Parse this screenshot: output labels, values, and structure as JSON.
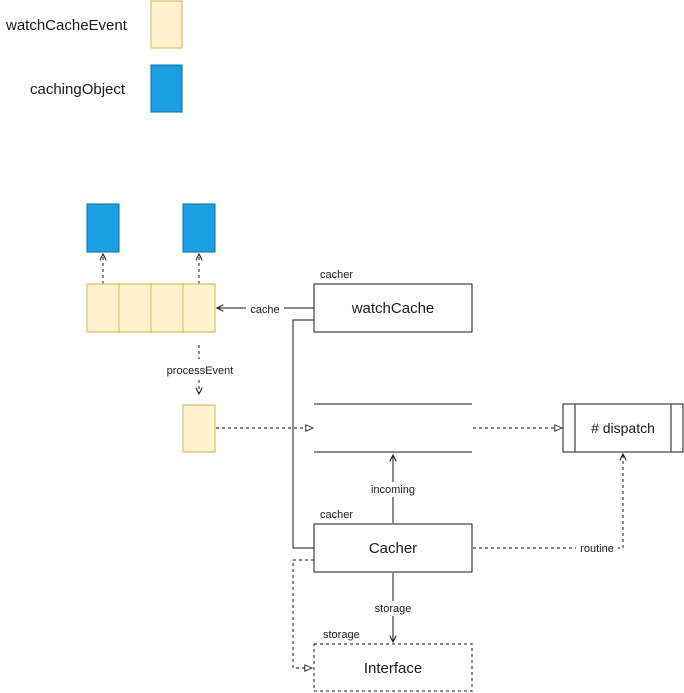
{
  "legend": {
    "event_label": "watchCacheEvent",
    "object_label": "cachingObject",
    "event_fill": "#fff2cc",
    "event_stroke": "#d6b656",
    "object_fill": "#1ba1e2",
    "object_stroke": "#006eaf"
  },
  "nodes": {
    "watch_cache": {
      "title": "watchCache",
      "tag": "cacher"
    },
    "cacher": {
      "title": "Cacher",
      "tag": "cacher"
    },
    "interface": {
      "title": "Interface",
      "tag": "storage"
    },
    "dispatch": {
      "title": "# dispatch"
    }
  },
  "edges": {
    "cache": "cache",
    "process_event": "processEvent",
    "incoming": "incoming",
    "routine": "routine",
    "storage": "storage"
  }
}
